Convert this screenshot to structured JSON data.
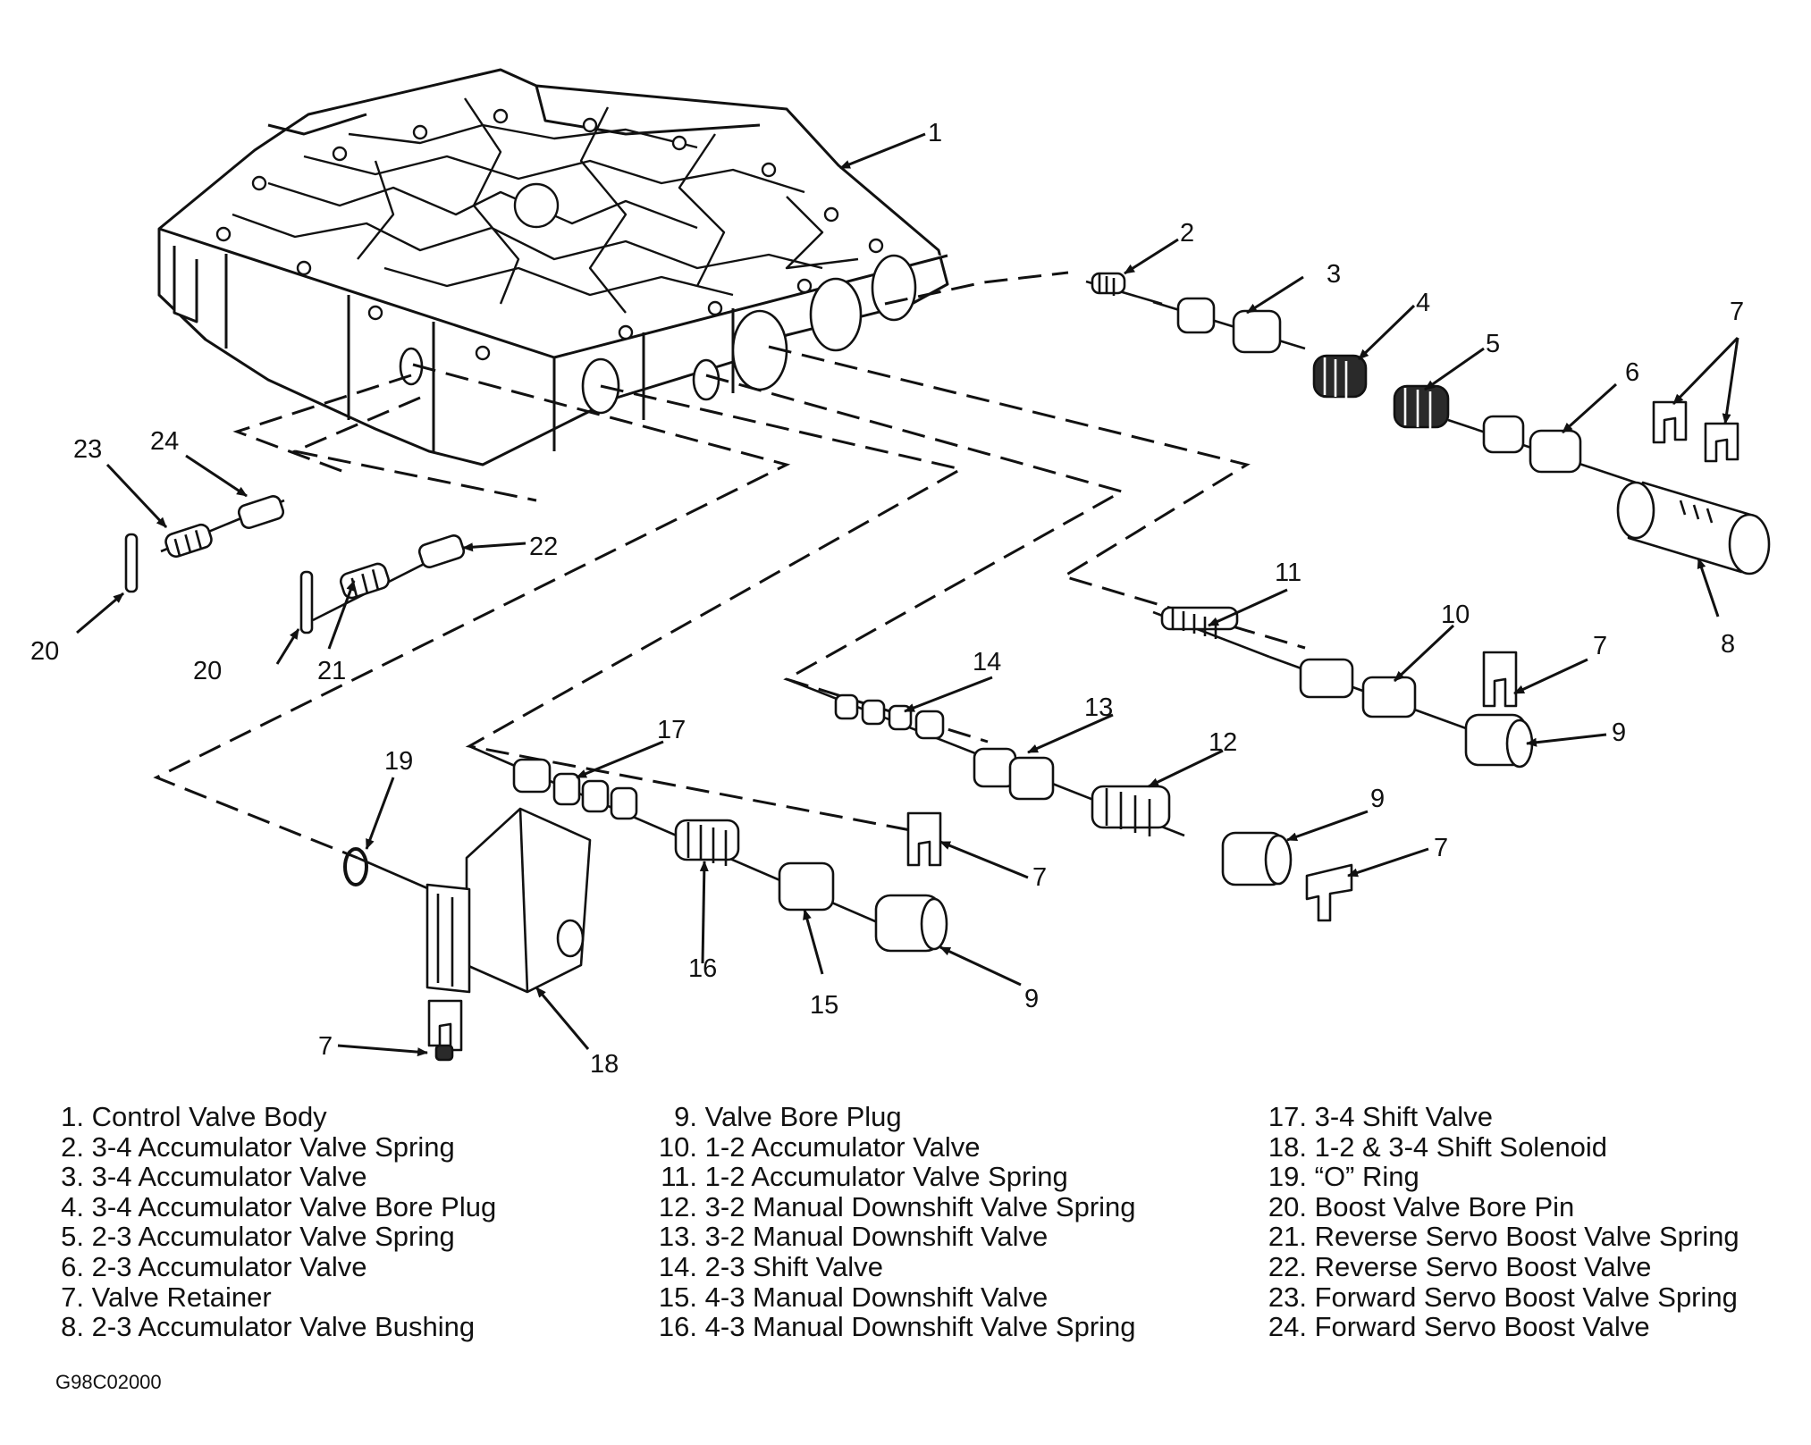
{
  "callouts": {
    "n1": "1",
    "n2": "2",
    "n3": "3",
    "n4": "4",
    "n5": "5",
    "n6": "6",
    "n7": "7",
    "n8": "8",
    "n9": "9",
    "n10": "10",
    "n11": "11",
    "n12": "12",
    "n13": "13",
    "n14": "14",
    "n15": "15",
    "n16": "16",
    "n17": "17",
    "n18": "18",
    "n19": "19",
    "n20": "20",
    "n21": "21",
    "n22": "22",
    "n23": "23",
    "n24": "24"
  },
  "legend": {
    "col1": [
      {
        "num": "1.",
        "label": "Control Valve Body"
      },
      {
        "num": "2.",
        "label": "3-4 Accumulator Valve Spring"
      },
      {
        "num": "3.",
        "label": "3-4 Accumulator Valve"
      },
      {
        "num": "4.",
        "label": "3-4 Accumulator Valve Bore Plug"
      },
      {
        "num": "5.",
        "label": "2-3 Accumulator Valve Spring"
      },
      {
        "num": "6.",
        "label": "2-3 Accumulator Valve"
      },
      {
        "num": "7.",
        "label": "Valve Retainer"
      },
      {
        "num": "8.",
        "label": "2-3 Accumulator Valve Bushing"
      }
    ],
    "col2": [
      {
        "num": "9.",
        "label": "Valve Bore Plug"
      },
      {
        "num": "10.",
        "label": "1-2 Accumulator Valve"
      },
      {
        "num": "11.",
        "label": "1-2 Accumulator Valve Spring"
      },
      {
        "num": "12.",
        "label": "3-2 Manual Downshift Valve Spring"
      },
      {
        "num": "13.",
        "label": "3-2 Manual Downshift Valve"
      },
      {
        "num": "14.",
        "label": "2-3 Shift Valve"
      },
      {
        "num": "15.",
        "label": "4-3 Manual Downshift Valve"
      },
      {
        "num": "16.",
        "label": "4-3 Manual Downshift Valve Spring"
      }
    ],
    "col3": [
      {
        "num": "17.",
        "label": "3-4 Shift Valve"
      },
      {
        "num": "18.",
        "label": "1-2 & 3-4 Shift Solenoid"
      },
      {
        "num": "19.",
        "label": "“O” Ring"
      },
      {
        "num": "20.",
        "label": "Boost Valve Bore Pin"
      },
      {
        "num": "21.",
        "label": "Reverse Servo Boost Valve Spring"
      },
      {
        "num": "22.",
        "label": "Reverse Servo Boost Valve"
      },
      {
        "num": "23.",
        "label": "Forward Servo Boost Valve Spring"
      },
      {
        "num": "24.",
        "label": "Forward Servo Boost Valve"
      }
    ]
  },
  "figure_code": "G98C02000"
}
